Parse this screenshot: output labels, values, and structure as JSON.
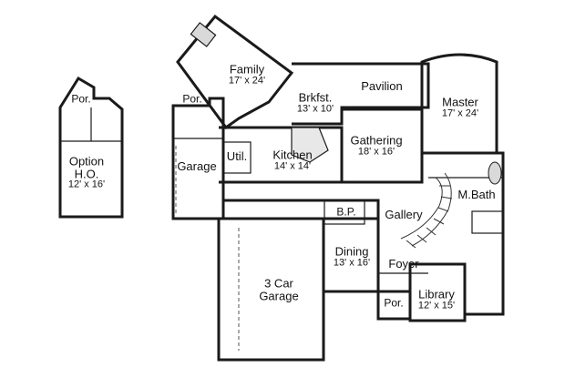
{
  "rooms": {
    "family": {
      "name": "Family",
      "dims": "17' x 24'"
    },
    "brkfst": {
      "name": "Brkfst.",
      "dims": "13' x 10'"
    },
    "pavilion": {
      "name": "Pavilion"
    },
    "master": {
      "name": "Master",
      "dims": "17' x 24'"
    },
    "por_top": {
      "name": "Por."
    },
    "por_left": {
      "name": "Por."
    },
    "kitchen": {
      "name": "Kitchen",
      "dims": "14' x 14'"
    },
    "util": {
      "name": "Util."
    },
    "garage": {
      "name": "Garage"
    },
    "gathering": {
      "name": "Gathering",
      "dims": "18' x 16'"
    },
    "option_ho": {
      "name": "Option",
      "name2": "H.O.",
      "dims": "12' x 16'"
    },
    "mbath": {
      "name": "M.Bath"
    },
    "bp": {
      "name": "B.P."
    },
    "gallery": {
      "name": "Gallery"
    },
    "dining": {
      "name": "Dining",
      "dims": "13' x 16'"
    },
    "foyer": {
      "name": "Foyer"
    },
    "car3": {
      "name": "3 Car",
      "name2": "Garage"
    },
    "por_front": {
      "name": "Por."
    },
    "library": {
      "name": "Library",
      "dims": "12' x 15'"
    }
  },
  "colors": {
    "wall": "#1a1a1a",
    "fill": "#d9d9d9",
    "line": "#555555"
  }
}
